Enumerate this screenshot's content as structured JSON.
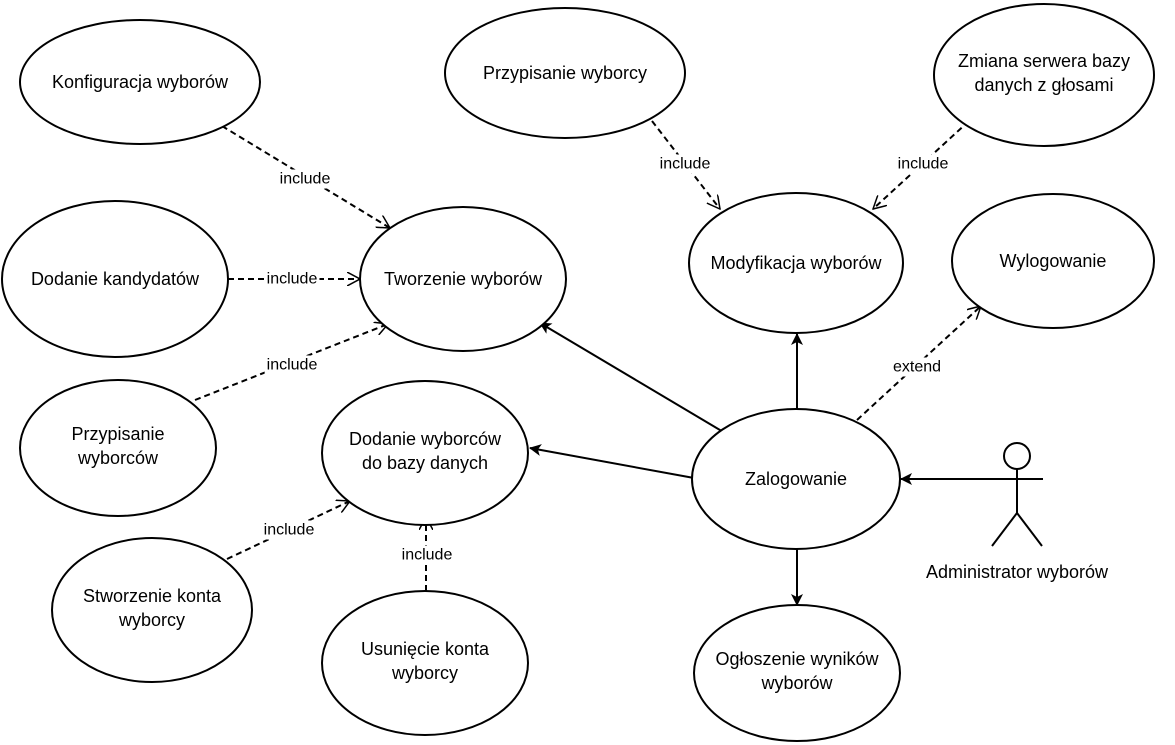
{
  "nodes": [
    {
      "id": "konfiguracja",
      "lines": [
        "Konfiguracja wyborów"
      ]
    },
    {
      "id": "dodanie-kandydatow",
      "lines": [
        "Dodanie kandydatów"
      ]
    },
    {
      "id": "przypisanie-wyborcow",
      "lines": [
        "Przypisanie",
        "wyborców"
      ]
    },
    {
      "id": "tworzenie",
      "lines": [
        "Tworzenie wyborów"
      ]
    },
    {
      "id": "dodanie-wyborcow",
      "lines": [
        "Dodanie wyborców",
        "do bazy danych"
      ]
    },
    {
      "id": "stworzenie-konta",
      "lines": [
        "Stworzenie konta",
        "wyborcy"
      ]
    },
    {
      "id": "usuniecie-konta",
      "lines": [
        "Usunięcie konta",
        "wyborcy"
      ]
    },
    {
      "id": "przypisanie-wyborcy",
      "lines": [
        "Przypisanie wyborcy"
      ]
    },
    {
      "id": "zmiana-serwera",
      "lines": [
        "Zmiana serwera bazy",
        "danych z głosami"
      ]
    },
    {
      "id": "modyfikacja",
      "lines": [
        "Modyfikacja wyborów"
      ]
    },
    {
      "id": "wylogowanie",
      "lines": [
        "Wylogowanie"
      ]
    },
    {
      "id": "zalogowanie",
      "lines": [
        "Zalogowanie"
      ]
    },
    {
      "id": "ogloszenie",
      "lines": [
        "Ogłoszenie wyników",
        "wyborów"
      ]
    }
  ],
  "actor": {
    "id": "administrator",
    "label": "Administrator wyborów"
  },
  "edges": [
    {
      "id": "konfiguracja-tworzenie",
      "from": "konfiguracja",
      "to": "tworzenie",
      "style": "dashed",
      "label": "include"
    },
    {
      "id": "kandydatow-tworzenie",
      "from": "dodanie-kandydatow",
      "to": "tworzenie",
      "style": "dashed",
      "label": "include"
    },
    {
      "id": "przypisanie-tworzenie",
      "from": "przypisanie-wyborcow",
      "to": "tworzenie",
      "style": "dashed",
      "label": "include"
    },
    {
      "id": "stworzenie-dodanie",
      "from": "stworzenie-konta",
      "to": "dodanie-wyborcow",
      "style": "dashed",
      "label": "include"
    },
    {
      "id": "usuniecie-dodanie",
      "from": "usuniecie-konta",
      "to": "dodanie-wyborcow",
      "style": "dashed",
      "label": "include"
    },
    {
      "id": "przypisanie-wyborcy-modyfikacja",
      "from": "przypisanie-wyborcy",
      "to": "modyfikacja",
      "style": "dashed",
      "label": "include"
    },
    {
      "id": "zmiana-modyfikacja",
      "from": "zmiana-serwera",
      "to": "modyfikacja",
      "style": "dashed",
      "label": "include"
    },
    {
      "id": "zalogowanie-wylogowanie",
      "from": "zalogowanie",
      "to": "wylogowanie",
      "style": "dashed",
      "label": "extend"
    },
    {
      "id": "zalogowanie-tworzenie",
      "from": "zalogowanie",
      "to": "tworzenie",
      "style": "solid",
      "label": ""
    },
    {
      "id": "zalogowanie-dodanie",
      "from": "zalogowanie",
      "to": "dodanie-wyborcow",
      "style": "solid",
      "label": ""
    },
    {
      "id": "zalogowanie-modyfikacja",
      "from": "zalogowanie",
      "to": "modyfikacja",
      "style": "solid",
      "label": ""
    },
    {
      "id": "zalogowanie-ogloszenie",
      "from": "zalogowanie",
      "to": "ogloszenie",
      "style": "solid",
      "label": ""
    },
    {
      "id": "administrator-zalogowanie",
      "from": "administrator",
      "to": "zalogowanie",
      "style": "solid",
      "label": ""
    }
  ]
}
